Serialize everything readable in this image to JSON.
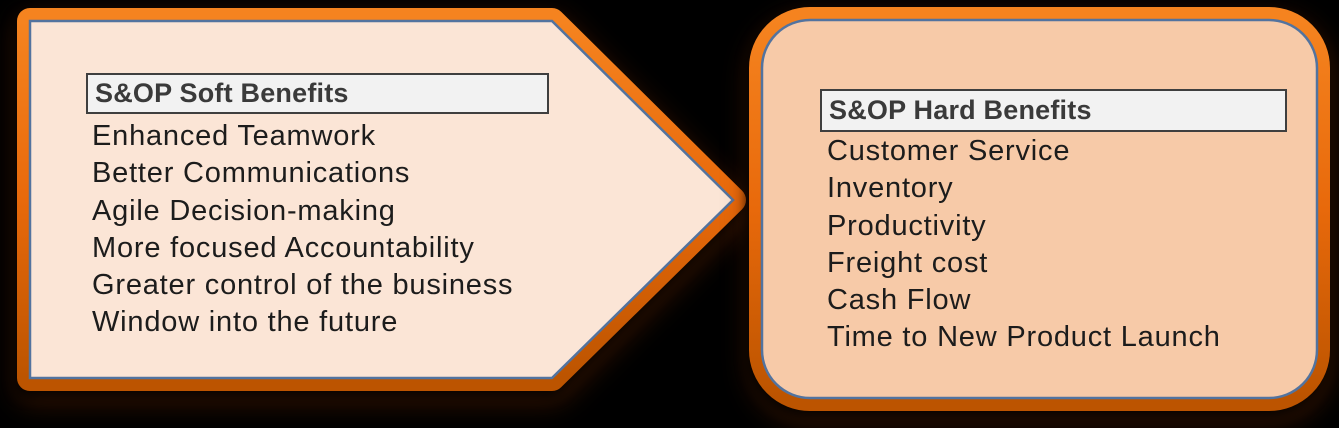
{
  "canvas": {
    "background": "#000000"
  },
  "colors": {
    "orange_top": "#F5831F",
    "orange_mid": "#E8690B",
    "orange_bottom": "#BC5400",
    "inner_stroke": "#52739F",
    "soft_fill": "#FBE5D6",
    "hard_fill": "#F7CAA8",
    "header_fill": "#F2F2F2",
    "header_border": "#3F3F3F",
    "header_text": "#3A3A3A",
    "list_text": "#1C1C1C"
  },
  "soft_panel": {
    "title": "S&OP Soft Benefits",
    "items": [
      "Enhanced Teamwork",
      "Better Communications",
      "Agile Decision-making",
      "More focused Accountability",
      "Greater control of the business",
      "Window into the future"
    ]
  },
  "hard_panel": {
    "title": "S&OP Hard Benefits",
    "items": [
      "Customer Service",
      "Inventory",
      "Productivity",
      "Freight cost",
      "Cash Flow",
      "Time to New Product Launch"
    ]
  }
}
